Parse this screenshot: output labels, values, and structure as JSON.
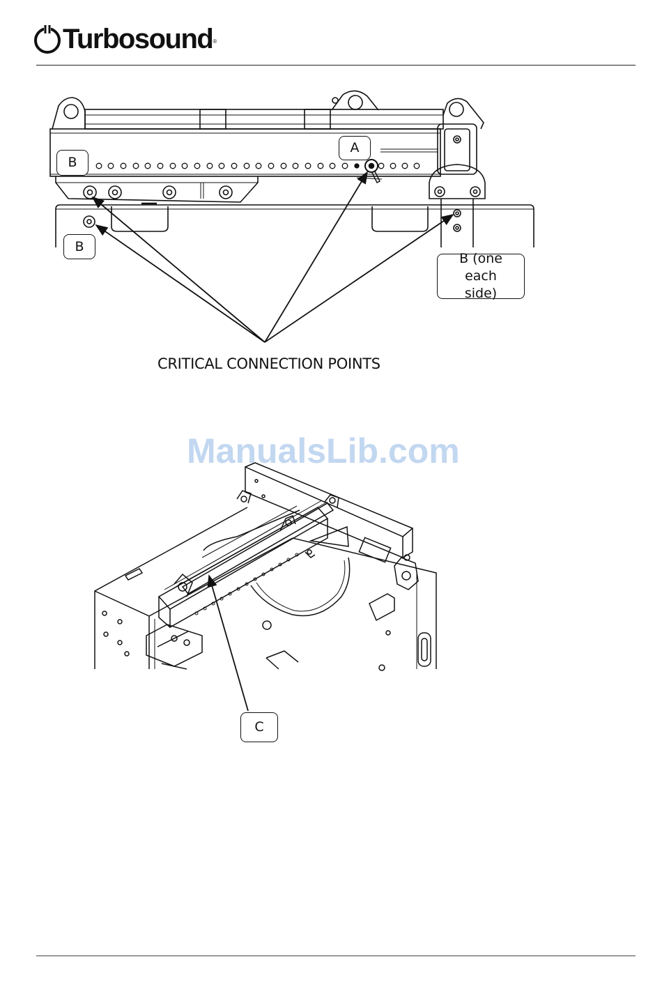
{
  "header": {
    "brand": "Turbosound",
    "registered_mark": "®"
  },
  "figure_top": {
    "callouts": {
      "a": "A",
      "b_left_upper": "B",
      "b_left_lower": "B",
      "b_right": "B (one each side)"
    },
    "caption": "CRITICAL CONNECTION POINTS"
  },
  "figure_bottom": {
    "callouts": {
      "c": "C"
    }
  },
  "watermark": "ManualsLib.com",
  "colors": {
    "line": "#111111",
    "watermark": "#bcd3ef"
  }
}
